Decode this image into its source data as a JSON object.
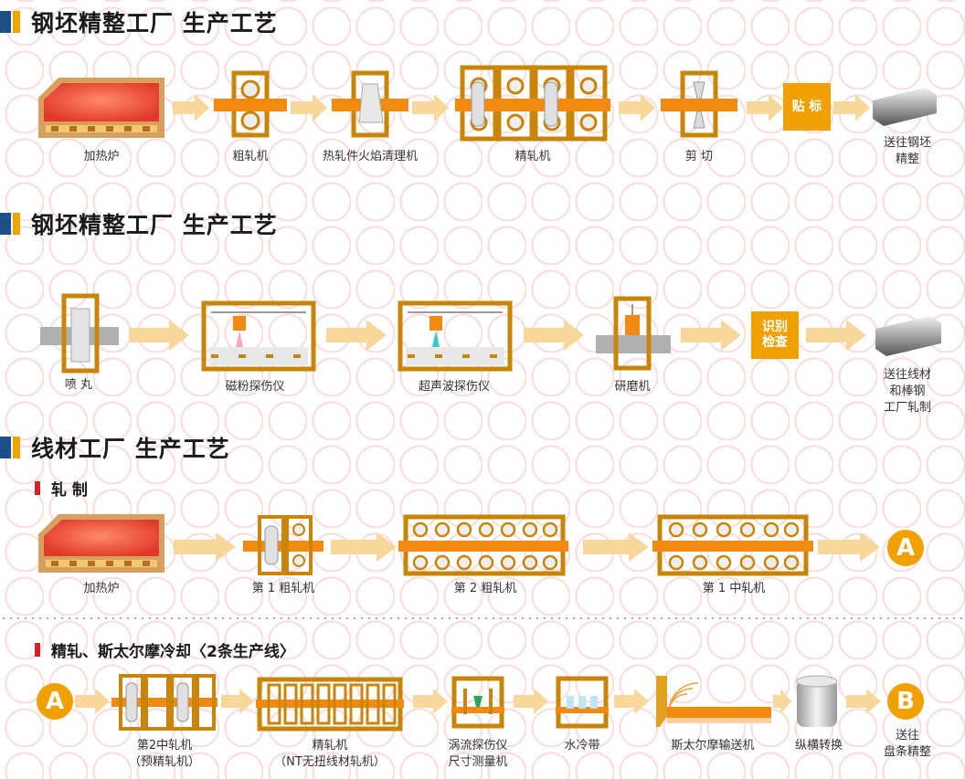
{
  "sections": [
    {
      "title": "钢坯精整工厂  生产工艺"
    },
    {
      "title": "钢坯精整工厂  生产工艺"
    },
    {
      "title": "线材工厂  生产工艺"
    }
  ],
  "row1": {
    "labels": [
      "加热炉",
      "粗轧机",
      "热轧件火焰清理机",
      "精轧机",
      "剪  切",
      "送往钢坯精整"
    ],
    "box": "贴  标"
  },
  "row2": {
    "labels": [
      "喷  丸",
      "磁粉探伤仪",
      "超声波探伤仪",
      "研磨机",
      "送往线材和棒钢\n工厂轧制"
    ],
    "box": "识别\n检查"
  },
  "row3": {
    "subtitle": "轧  制",
    "labels": [
      "加热炉",
      "第 1 粗轧机",
      "第 2 粗轧机",
      "第 1 中轧机"
    ],
    "end_marker": "A"
  },
  "row4": {
    "subtitle": "精轧、斯太尔摩冷却〈2条生产线〉",
    "start_marker": "A",
    "labels": [
      "第2中轧机\n（预精轧机）",
      "精轧机\n（NT无扭线材轧机）",
      "涡流探伤仪\n尺寸测量机",
      "水冷带",
      "斯太尔摩输送机",
      "纵横转换",
      "送往\n盘条精整"
    ],
    "end_marker": "B"
  },
  "colors": {
    "accent": "#f0a000",
    "navy": "#1d4f86",
    "red": "#d4202a",
    "frame": "#c8850a"
  }
}
